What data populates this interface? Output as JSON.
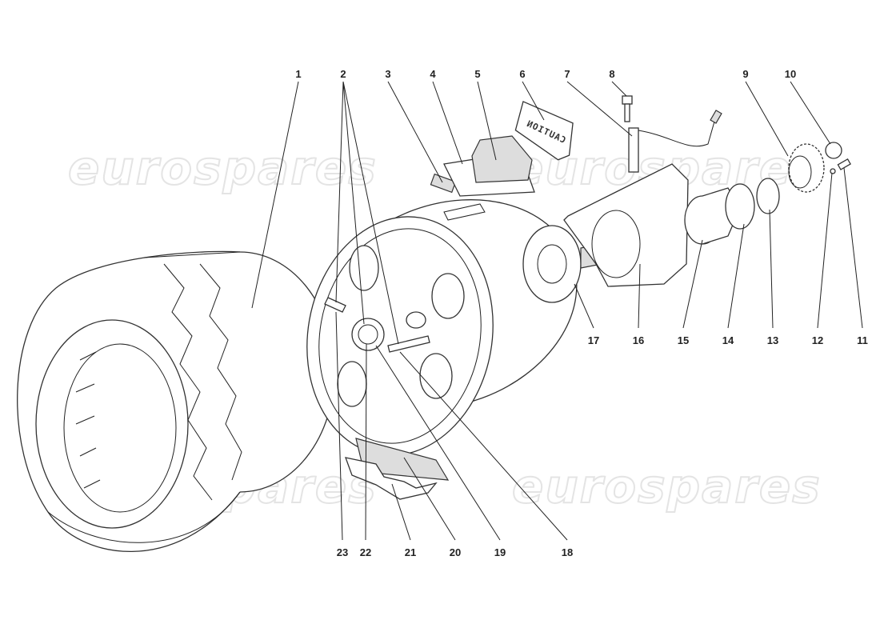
{
  "diagram": {
    "watermark": "eurospares",
    "part_stamp_text": "CAUTION",
    "callouts_top": [
      "1",
      "2",
      "3",
      "4",
      "5",
      "6",
      "7",
      "8",
      "9",
      "10"
    ],
    "callouts_right": [
      "17",
      "16",
      "15",
      "14",
      "13",
      "12",
      "11"
    ],
    "callouts_bottom": [
      "23",
      "22",
      "21",
      "20",
      "19",
      "18"
    ]
  }
}
